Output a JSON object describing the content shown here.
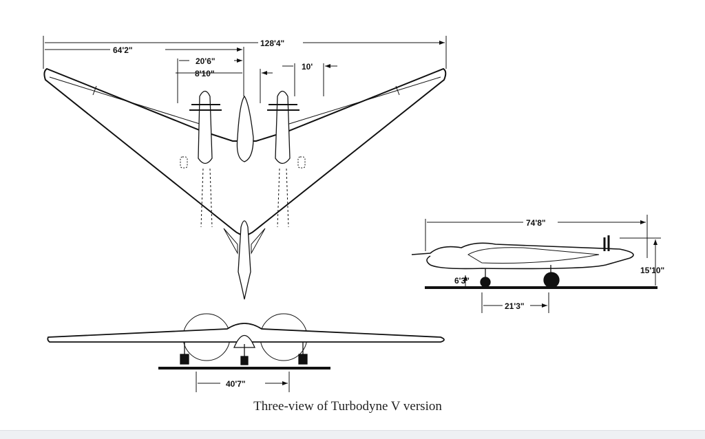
{
  "caption": "Three-view of Turbodyne V version",
  "top_view": {
    "dims": {
      "span": "128'4\"",
      "half_span": "64'2\"",
      "engine_spacing": "20'6\"",
      "center_offset": "8'10\"",
      "prop_gap": "10'"
    }
  },
  "front_view": {
    "dims": {
      "track": "40'7\""
    }
  },
  "side_view": {
    "dims": {
      "length": "74'8\"",
      "height": "15'10\"",
      "nose_gear_height": "6'3\"",
      "wheelbase": "21'3\""
    }
  }
}
